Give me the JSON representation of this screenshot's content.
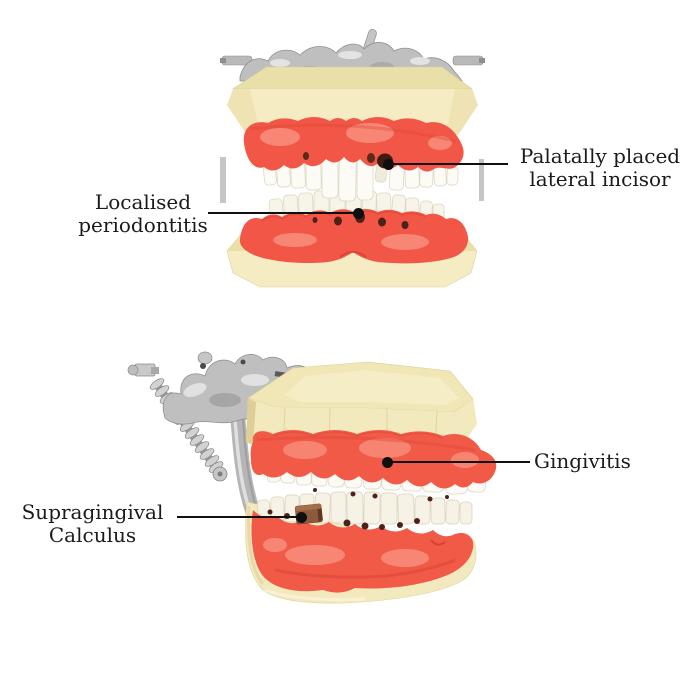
{
  "figure": {
    "background": "#ffffff",
    "models": [
      {
        "id": "top-model",
        "name": "dental-typodont-front-view"
      },
      {
        "id": "bottom-model",
        "name": "dental-typodont-side-view-with-articulator"
      }
    ],
    "annotations": [
      {
        "id": "palatally-placed-lateral-incisor",
        "side": "right",
        "lines": [
          "Palatally placed",
          "lateral incisor"
        ]
      },
      {
        "id": "localised-periodontitis",
        "side": "left",
        "lines": [
          "Localised",
          "periodontitis"
        ]
      },
      {
        "id": "gingivitis",
        "side": "right",
        "lines": [
          "Gingivitis"
        ]
      },
      {
        "id": "supragingival-calculus",
        "side": "left",
        "lines": [
          "Supragingival",
          "Calculus"
        ]
      }
    ],
    "colors": {
      "base_acrylic": "#f3e9c0",
      "gingiva": "#f25a48",
      "gingiva_highlight": "#f79280",
      "teeth": "#fbfaf4",
      "metal": "#bdbdbd",
      "calculus": "#8f5a39",
      "lesion_dark": "#4b221a",
      "label_text": "#1b1b1b",
      "callout_line": "#0f0f0f"
    }
  }
}
